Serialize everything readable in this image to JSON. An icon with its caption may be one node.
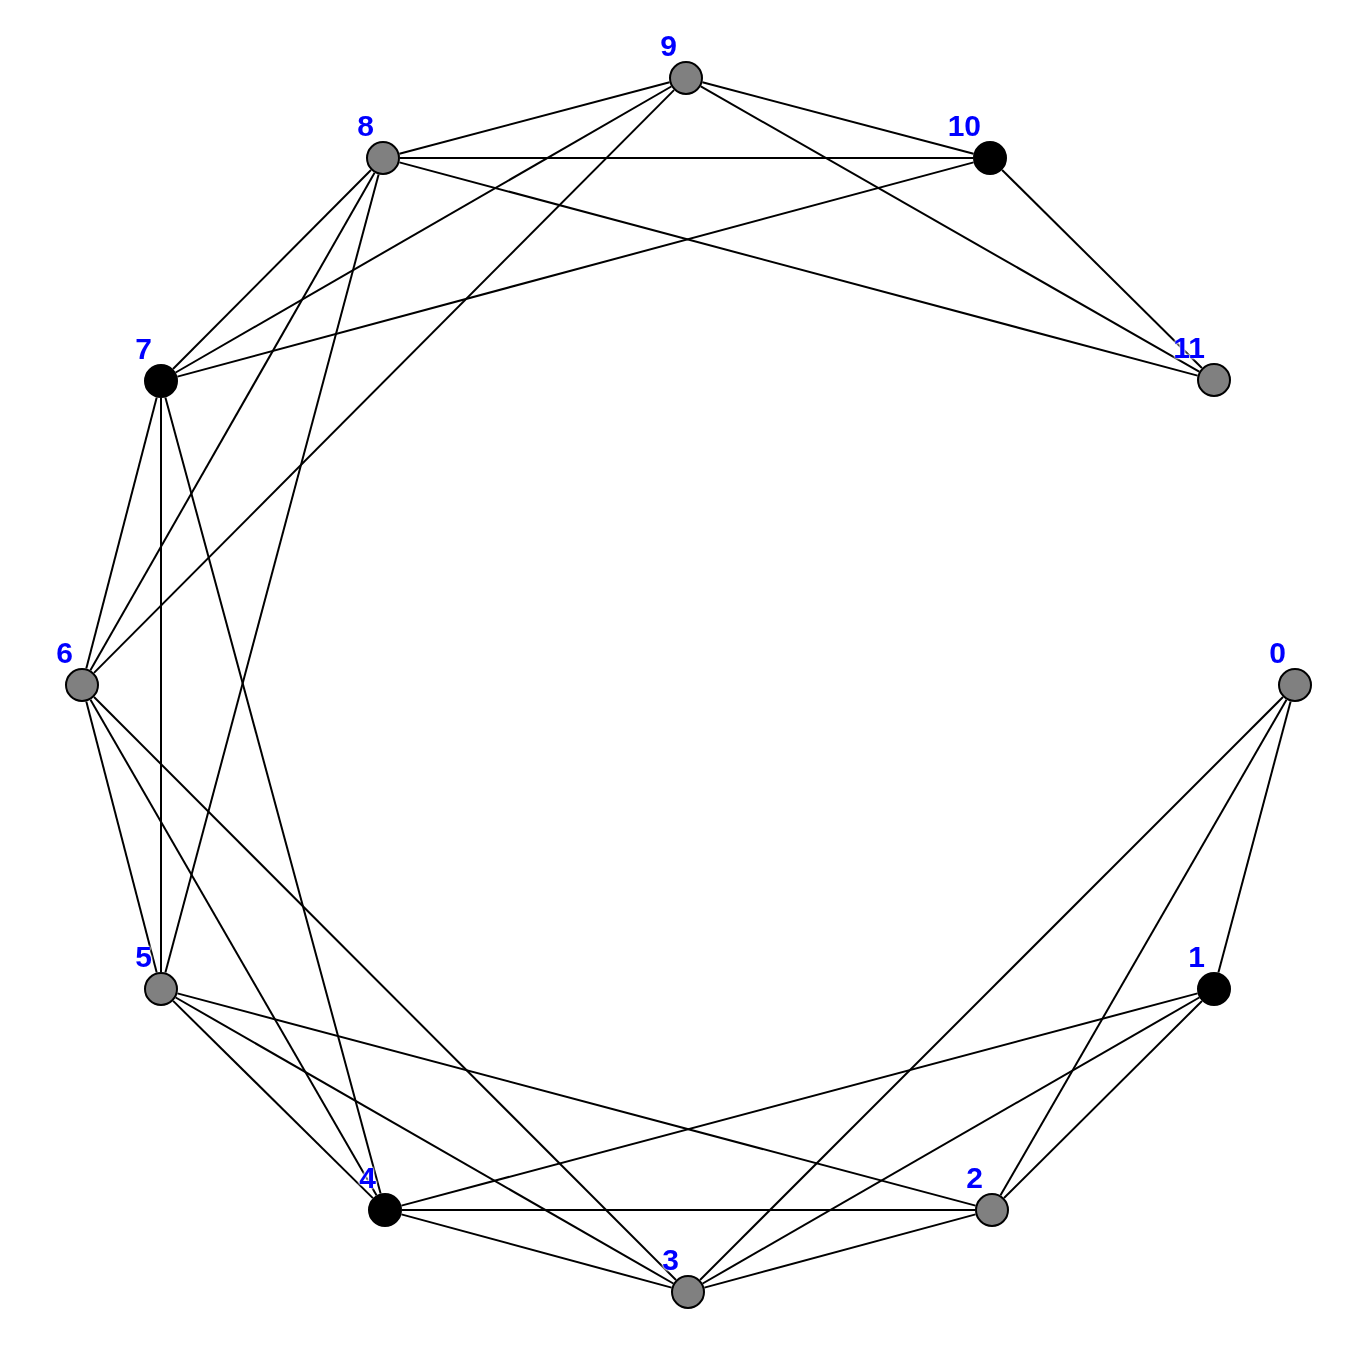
{
  "diagram": {
    "nodes": [
      {
        "text": [],
        "shape": "circle",
        "beside": [
          "0"
        ]
      },
      {
        "text": [],
        "shape": "circle",
        "beside": [
          "1"
        ]
      },
      {
        "text": [],
        "shape": "circle",
        "beside": [
          "2"
        ]
      },
      {
        "text": [],
        "shape": "circle",
        "beside": [
          "3"
        ]
      },
      {
        "text": [],
        "shape": "circle",
        "beside": [
          "4"
        ]
      },
      {
        "text": [],
        "shape": "circle",
        "beside": [
          "5"
        ]
      },
      {
        "text": [],
        "shape": "circle",
        "beside": [
          "6"
        ]
      },
      {
        "text": [],
        "shape": "circle",
        "beside": [
          "7"
        ]
      },
      {
        "text": [],
        "shape": "circle",
        "beside": [
          "8"
        ]
      },
      {
        "text": [],
        "shape": "circle",
        "beside": [
          "9"
        ]
      },
      {
        "text": [],
        "shape": "circle",
        "beside": [
          "10"
        ]
      },
      {
        "text": [],
        "shape": "circle",
        "beside": [
          "11"
        ]
      }
    ],
    "edges": [
      {
        "from": 0,
        "to": 1,
        "arrow": "none"
      },
      {
        "from": 0,
        "to": 2,
        "arrow": "none"
      },
      {
        "from": 0,
        "to": 3,
        "arrow": "none"
      },
      {
        "from": 1,
        "to": 2,
        "arrow": "none"
      },
      {
        "from": 1,
        "to": 3,
        "arrow": "none"
      },
      {
        "from": 1,
        "to": 4,
        "arrow": "none"
      },
      {
        "from": 2,
        "to": 3,
        "arrow": "none"
      },
      {
        "from": 2,
        "to": 4,
        "arrow": "none"
      },
      {
        "from": 2,
        "to": 5,
        "arrow": "none"
      },
      {
        "from": 3,
        "to": 4,
        "arrow": "none"
      },
      {
        "from": 3,
        "to": 5,
        "arrow": "none"
      },
      {
        "from": 3,
        "to": 6,
        "arrow": "none"
      },
      {
        "from": 4,
        "to": 5,
        "arrow": "none"
      },
      {
        "from": 4,
        "to": 6,
        "arrow": "none"
      },
      {
        "from": 4,
        "to": 7,
        "arrow": "none"
      },
      {
        "from": 5,
        "to": 6,
        "arrow": "none"
      },
      {
        "from": 5,
        "to": 7,
        "arrow": "none"
      },
      {
        "from": 5,
        "to": 8,
        "arrow": "none"
      },
      {
        "from": 6,
        "to": 7,
        "arrow": "none"
      },
      {
        "from": 6,
        "to": 8,
        "arrow": "none"
      },
      {
        "from": 6,
        "to": 9,
        "arrow": "none"
      },
      {
        "from": 7,
        "to": 8,
        "arrow": "none"
      },
      {
        "from": 7,
        "to": 9,
        "arrow": "none"
      },
      {
        "from": 7,
        "to": 10,
        "arrow": "none"
      },
      {
        "from": 8,
        "to": 9,
        "arrow": "none"
      },
      {
        "from": 8,
        "to": 10,
        "arrow": "none"
      },
      {
        "from": 8,
        "to": 11,
        "arrow": "none"
      },
      {
        "from": 9,
        "to": 10,
        "arrow": "none"
      },
      {
        "from": 9,
        "to": 11,
        "arrow": "none"
      },
      {
        "from": 10,
        "to": 11,
        "arrow": "none"
      }
    ]
  }
}
